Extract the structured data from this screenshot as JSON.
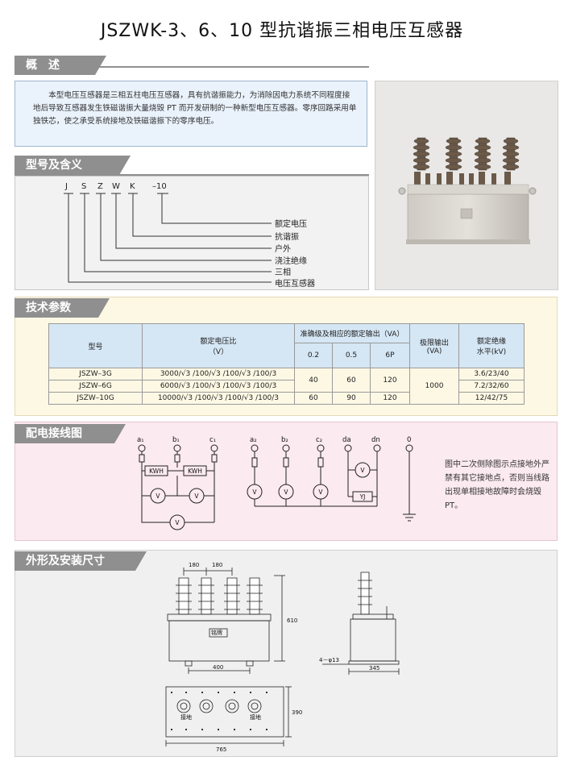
{
  "title": "JSZWK-3、6、10 型抗谐振三相电压互感器",
  "overview": {
    "heading": "概　述",
    "text": "本型电压互感器是三相五柱电压互感器，具有抗谐振能力，为消除因电力系统不同程度接地后导致互感器发生铁磁谐振大量烧毁 PT 而开发研制的一种新型电压互感器。零序回路采用单独铁芯，使之承受系统接地及铁磁谐振下的零序电压。"
  },
  "model": {
    "heading": "型号及含义",
    "letters": [
      "J",
      "S",
      "Z",
      "W",
      "K",
      "–10"
    ],
    "meanings": [
      "额定电压",
      "抗谐振",
      "户外",
      "浇注绝缘",
      "三相",
      "电压互感器"
    ]
  },
  "params": {
    "heading": "技术参数",
    "col_model": "型号",
    "col_ratio_1": "额定电压比",
    "col_ratio_2": "（V）",
    "col_acc": "准确级及相应的额定输出（VA）",
    "acc_classes": [
      "0.2",
      "0.5",
      "6P"
    ],
    "col_limit_1": "极限输出",
    "col_limit_2": "(VA)",
    "col_ins_1": "额定绝缘",
    "col_ins_2": "水平(kV)",
    "rows": [
      {
        "model": "JSZW–3G",
        "ratio": "3000/√3 /100/√3 /100/√3 /100/3",
        "ins": "3.6/23/40"
      },
      {
        "model": "JSZW–6G",
        "ratio": "6000/√3 /100/√3 /100/√3 /100/3",
        "ins": "7.2/32/60"
      },
      {
        "model": "JSZW–10G",
        "ratio": "10000/√3 /100/√3 /100/√3 /100/3",
        "ins": "12/42/75"
      }
    ],
    "out_36": [
      "40",
      "60",
      "120"
    ],
    "out_10": [
      "60",
      "90",
      "120"
    ],
    "limit": "1000"
  },
  "wiring": {
    "heading": "配电接线图",
    "terminals_1": [
      "a₁",
      "b₁",
      "c₁"
    ],
    "terminals_2": [
      "a₂",
      "b₂",
      "c₂",
      "da",
      "dn",
      "0"
    ],
    "kwh": "KWH",
    "v": "V",
    "yj": "YJ",
    "note": "图中二次侧除图示点接地外严禁有其它接地点，否则当线路出现单相接地故障时会烧毁 PT。"
  },
  "dims": {
    "heading": "外形及安装尺寸",
    "d180a": "180",
    "d180b": "180",
    "d610": "610",
    "d400": "400",
    "d345": "345",
    "d765": "765",
    "d390": "390",
    "holes": "4－φ13",
    "plate": "铭牌",
    "ground": "接地"
  },
  "colors": {
    "section_grey": "#8f8f8f",
    "blue_box": "#eaf2fb",
    "pink_box": "#fbeaf0",
    "yellow_box": "#fdf8e4",
    "table_header": "#d5e6f4"
  }
}
